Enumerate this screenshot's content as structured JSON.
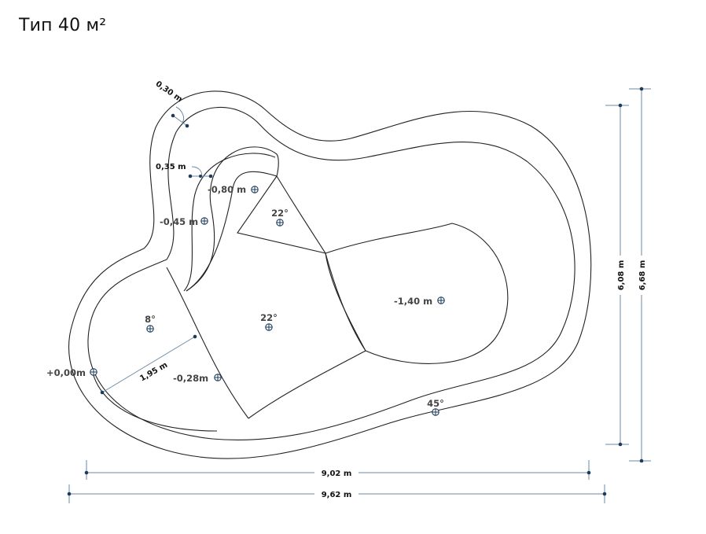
{
  "title": "Тип 40 м²",
  "dimensions": {
    "wall_outer": "0,30 m",
    "wall_step": "0,35 m",
    "shallow_width": "1,95 m",
    "inner_width": "9,02 m",
    "outer_width": "9,62 m",
    "inner_height": "6,08 m",
    "outer_height": "6,68 m"
  },
  "depths": {
    "step_top": "-0,80 m",
    "step_side": "-0,45 m",
    "shallow_edge": "+0,00m",
    "shallow_mid": "-0,28m",
    "deep": "-1,40 m"
  },
  "slopes": {
    "step_zone": "22°",
    "shallow_zone": "8°",
    "middle_zone": "22°",
    "deep_wall": "45°"
  }
}
